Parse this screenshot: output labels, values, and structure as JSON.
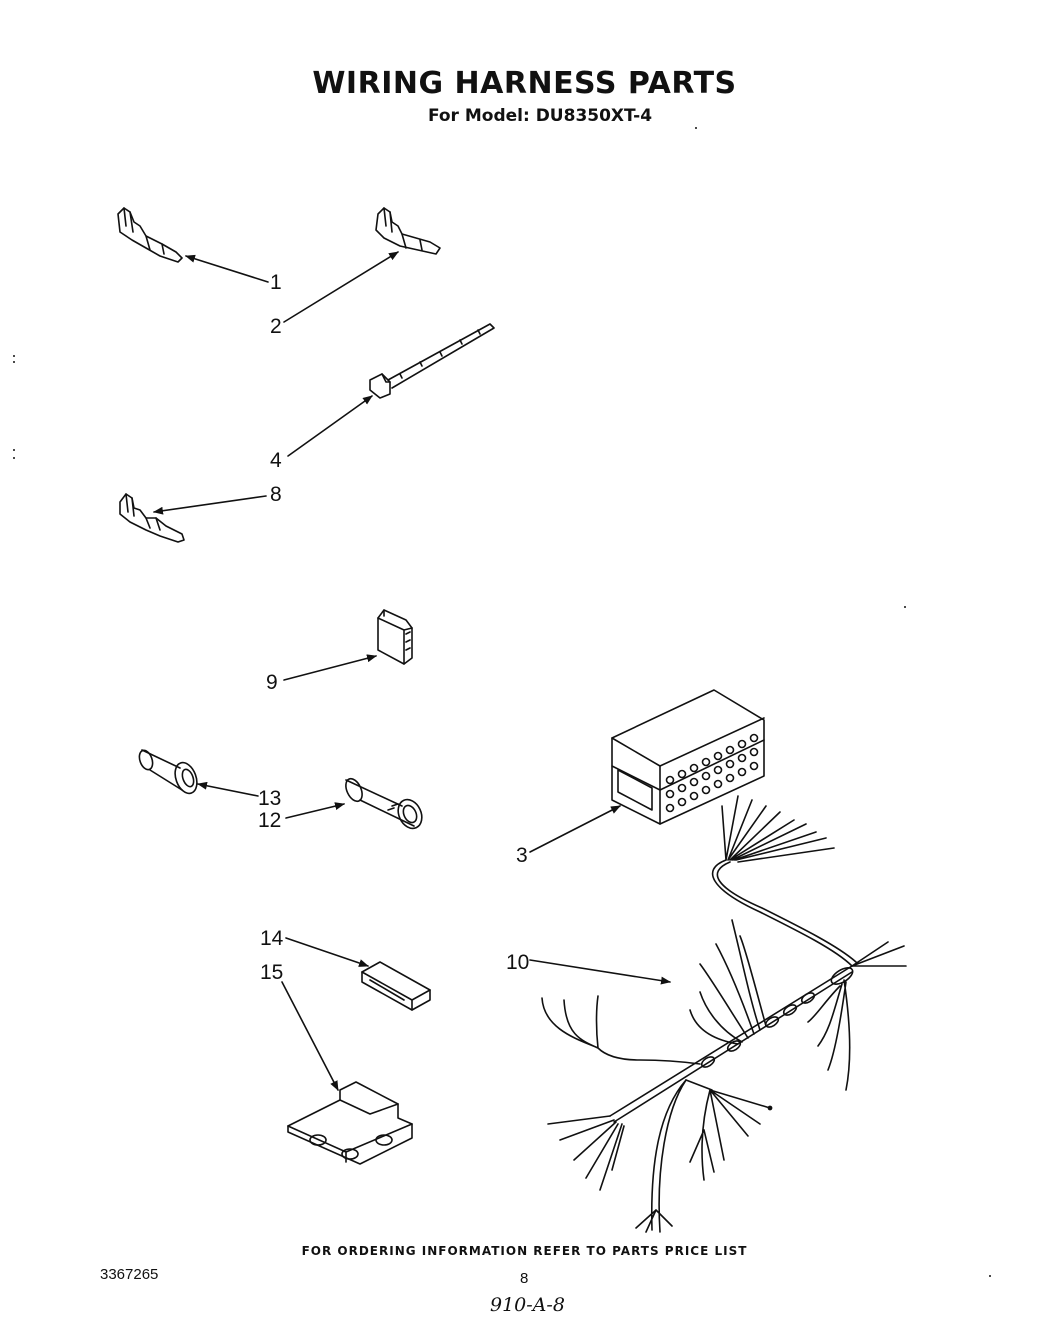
{
  "header": {
    "title": "WIRING HARNESS PARTS",
    "subtitle": "For Model: DU8350XT-4"
  },
  "callouts": [
    "1",
    "2",
    "4",
    "8",
    "9",
    "13",
    "12",
    "3",
    "10",
    "14",
    "15"
  ],
  "footer": {
    "ordering_note": "FOR ORDERING INFORMATION REFER TO PARTS PRICE LIST",
    "doc_number": "3367265",
    "page_number": "8",
    "handwritten_note": "910-A-8"
  }
}
